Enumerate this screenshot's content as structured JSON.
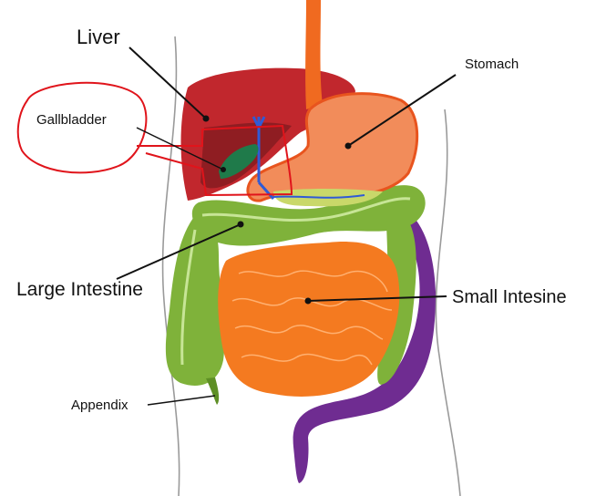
{
  "labels": {
    "liver": "Liver",
    "gallbladder": "Gallbladder",
    "stomach": "Stomach",
    "large_intestine": "Large Intestine",
    "small_intestine": "Small Intesine",
    "appendix": "Appendix"
  },
  "colors": {
    "liver": "#c1272d",
    "liver_dark": "#8f1d22",
    "stomach": "#f28c5a",
    "stomach_edge": "#e8541e",
    "esophagus": "#f06a20",
    "small_intestine": "#f47a20",
    "large_intestine": "#7fb23a",
    "large_intestine_dark": "#5e8f25",
    "rectum": "#6f2c91",
    "gallbladder": "#1f7a4a",
    "bile_duct": "#2f5bd6",
    "annotation_marker": "#e0141b",
    "body_outline": "#9a9a9a",
    "leader_line": "#111111"
  }
}
